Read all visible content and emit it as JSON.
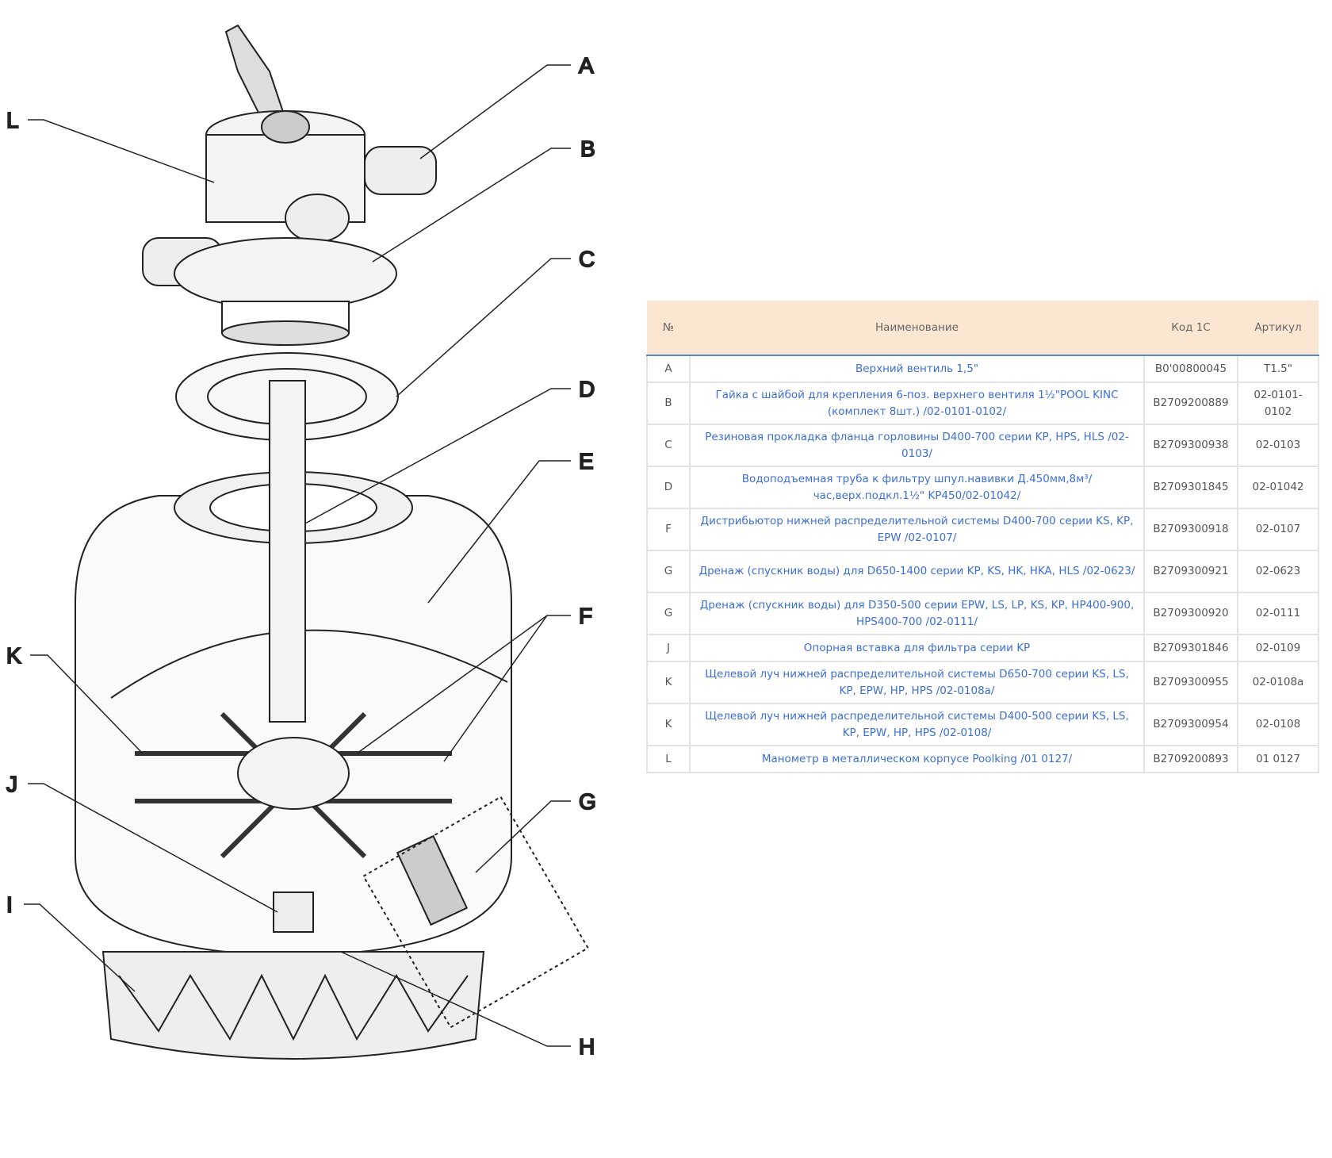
{
  "diagram": {
    "callouts": [
      "A",
      "B",
      "C",
      "D",
      "E",
      "F",
      "G",
      "H",
      "I",
      "J",
      "K",
      "L"
    ]
  },
  "table": {
    "headers": [
      "№",
      "Наименование",
      "Код 1С",
      "Артикул"
    ],
    "rows": [
      {
        "no": "A",
        "name": "Верхний вентиль 1,5\"",
        "code": "B0'00800045",
        "art": "T1.5\""
      },
      {
        "no": "B",
        "name": "Гайка с шайбой для крепления 6-поз. верхнего вентиля 1½\"POOL KINC (комплект 8шт.) /02-0101-0102/",
        "code": "B2709200889",
        "art": "02-0101-0102"
      },
      {
        "no": "C",
        "name": "Резиновая прокладка фланца горловины D400-700 серии KP, HPS, HLS /02-0103/",
        "code": "B2709300938",
        "art": "02-0103"
      },
      {
        "no": "D",
        "name": "Водоподъемная труба к фильтру шпул.навивки Д.450мм,8м³/час,верх.подкл.1½\" KP450/02-01042/",
        "code": "B2709301845",
        "art": "02-01042"
      },
      {
        "no": "F",
        "name": "Дистрибьютор нижней распределительной системы D400-700 серии KS, KP, EPW /02-0107/",
        "code": "B2709300918",
        "art": "02-0107"
      },
      {
        "no": "G",
        "name": "Дренаж (спускник воды) для D650-1400 серии KP, KS, HK, HKA, HLS /02-0623/",
        "code": "B2709300921",
        "art": "02-0623"
      },
      {
        "no": "G",
        "name": "Дренаж (спускник воды) для D350-500 серии EPW, LS, LP, KS, KP, HP400-900, HPS400-700 /02-0111/",
        "code": "B2709300920",
        "art": "02-0111"
      },
      {
        "no": "J",
        "name": "Опорная вставка для фильтра серии KP",
        "code": "B2709301846",
        "art": "02-0109"
      },
      {
        "no": "K",
        "name": "Щелевой луч нижней распределительной системы D650-700 серии KS, LS, KP, EPW, HP, HPS /02-0108a/",
        "code": "B2709300955",
        "art": "02-0108a"
      },
      {
        "no": "K",
        "name": "Щелевой луч нижней распределительной системы D400-500 серии KS, LS, KP, EPW, HP, HPS /02-0108/",
        "code": "B2709300954",
        "art": "02-0108"
      },
      {
        "no": "L",
        "name": "Манометр в металлическом корпусе Poolking /01 0127/",
        "code": "B2709200893",
        "art": "01 0127"
      }
    ]
  }
}
